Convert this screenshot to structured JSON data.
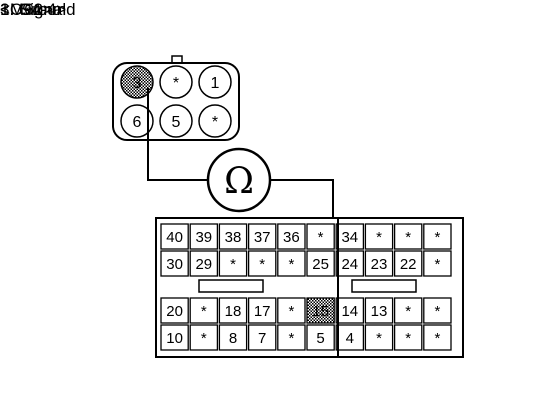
{
  "labels": {
    "m62": "<M62>",
    "c94": "<C94-4>"
  },
  "legend": {
    "item1": "1. Signal",
    "item3": "3. Ground"
  },
  "meter": {
    "symbol": "Ω"
  },
  "m62_pins": {
    "top": [
      "3",
      "*",
      "1"
    ],
    "bottom": [
      "6",
      "5",
      "*"
    ],
    "highlighted": "3"
  },
  "c94_rows": {
    "row1": [
      "40",
      "39",
      "38",
      "37",
      "36",
      "*",
      "34",
      "*",
      "*",
      "*"
    ],
    "row2": [
      "30",
      "29",
      "*",
      "*",
      "*",
      "25",
      "24",
      "23",
      "22",
      "*"
    ],
    "row3": [
      "20",
      "*",
      "18",
      "17",
      "*",
      "15",
      "14",
      "13",
      "*",
      "*"
    ],
    "row4": [
      "10",
      "*",
      "8",
      "7",
      "*",
      "5",
      "4",
      "*",
      "*",
      "*"
    ],
    "highlighted": "15"
  }
}
